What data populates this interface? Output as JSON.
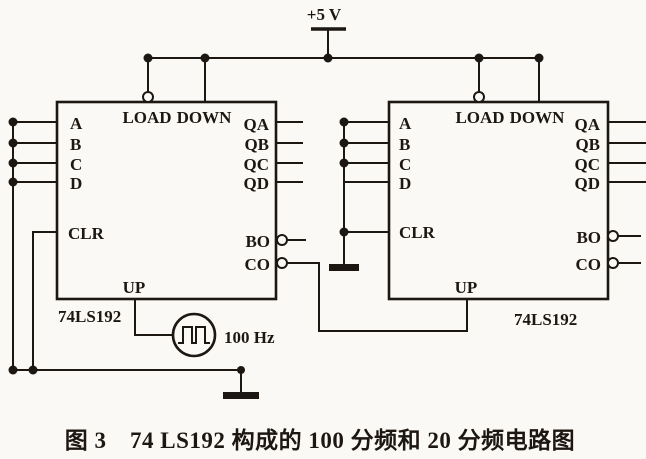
{
  "figure": {
    "caption": "图 3　74 LS192 构成的 100 分频和 20 分频电路图"
  },
  "power": {
    "label": "+5 V"
  },
  "clock": {
    "label": "100 Hz"
  },
  "colors": {
    "ink": "#1d1712",
    "paper": "#fbf9f5"
  },
  "chips": [
    {
      "part": "74LS192",
      "inputs": [
        "A",
        "B",
        "C",
        "D"
      ],
      "top_pins": [
        "LOAD",
        "DOWN"
      ],
      "outputs": [
        "QA",
        "QB",
        "QC",
        "QD"
      ],
      "clr": "CLR",
      "borrow": "BO",
      "carry": "CO",
      "up": "UP"
    },
    {
      "part": "74LS192",
      "inputs": [
        "A",
        "B",
        "C",
        "D"
      ],
      "top_pins": [
        "LOAD",
        "DOWN"
      ],
      "outputs": [
        "QA",
        "QB",
        "QC",
        "QD"
      ],
      "clr": "CLR",
      "borrow": "BO",
      "carry": "CO",
      "up": "UP"
    }
  ]
}
